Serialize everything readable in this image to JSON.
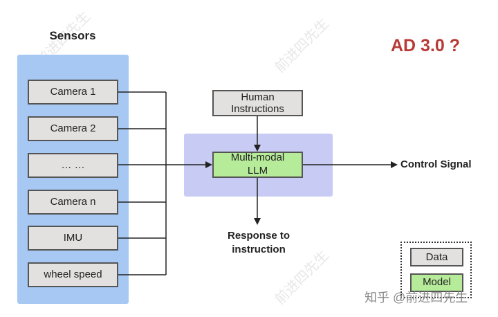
{
  "title": "AD 3.0 ?",
  "sensors": {
    "heading": "Sensors",
    "items": [
      "Camera 1",
      "Camera 2",
      "… …",
      "Camera n",
      "IMU",
      "wheel speed"
    ]
  },
  "human_instructions": "Human\nInstructions",
  "llm": "Multi-modal\nLLM",
  "outputs": {
    "control_signal": "Control Signal",
    "response": "Response to\ninstruction"
  },
  "legend": {
    "data": "Data",
    "model": "Model"
  },
  "watermarks": [
    "前进四先生",
    "前进四先生",
    "前进四先生"
  ],
  "footer": "知乎 @前进四先生",
  "colors": {
    "title": "#b83a36",
    "sensors_panel": "#a6c8f2",
    "llm_region": "#c8ccf5",
    "data_box": "#e3e1df",
    "model_box": "#b6eb9a"
  }
}
